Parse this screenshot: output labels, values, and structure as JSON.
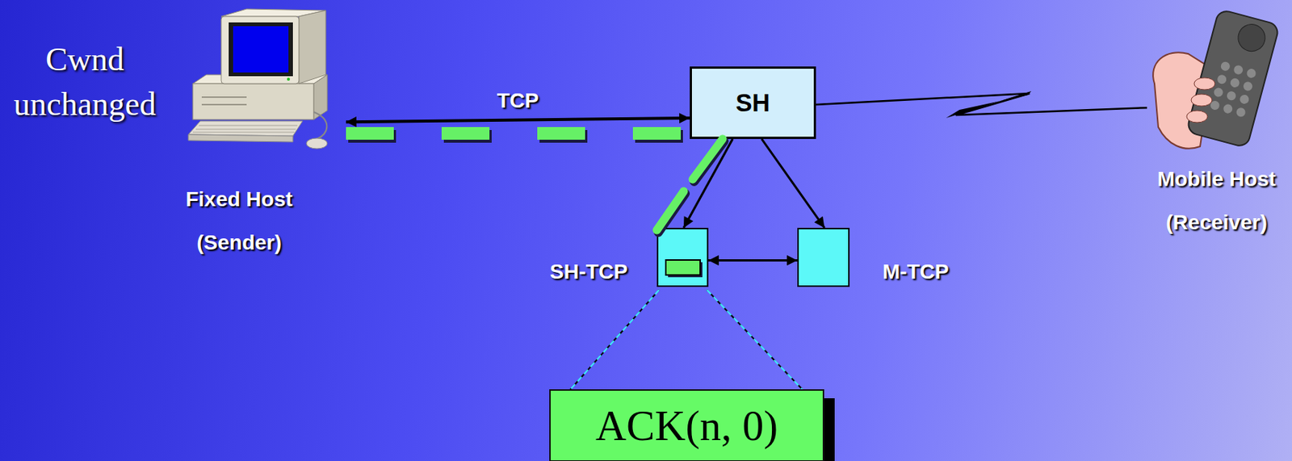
{
  "diagram": {
    "nodes": [
      {
        "text": [
          "Fixed Host (Sender)"
        ]
      },
      {
        "text": [
          "SH"
        ]
      },
      {
        "text": [
          "Mobile Host (Receiver)"
        ]
      },
      {
        "text": [
          "SH-TCP"
        ]
      },
      {
        "text": [
          "M-TCP"
        ]
      },
      {
        "text": [
          "ACK(n, 0)"
        ]
      }
    ],
    "edges": [
      {
        "from": 0,
        "to": 1,
        "arrow": "both",
        "label": "TCP"
      },
      {
        "from": 1,
        "to": 2,
        "arrow": "none"
      },
      {
        "from": 1,
        "to": 3,
        "arrow": "to"
      },
      {
        "from": 1,
        "to": 4,
        "arrow": "to"
      },
      {
        "from": 3,
        "to": 4,
        "arrow": "both"
      }
    ],
    "labels": [
      "Cwnd unchanged"
    ]
  }
}
